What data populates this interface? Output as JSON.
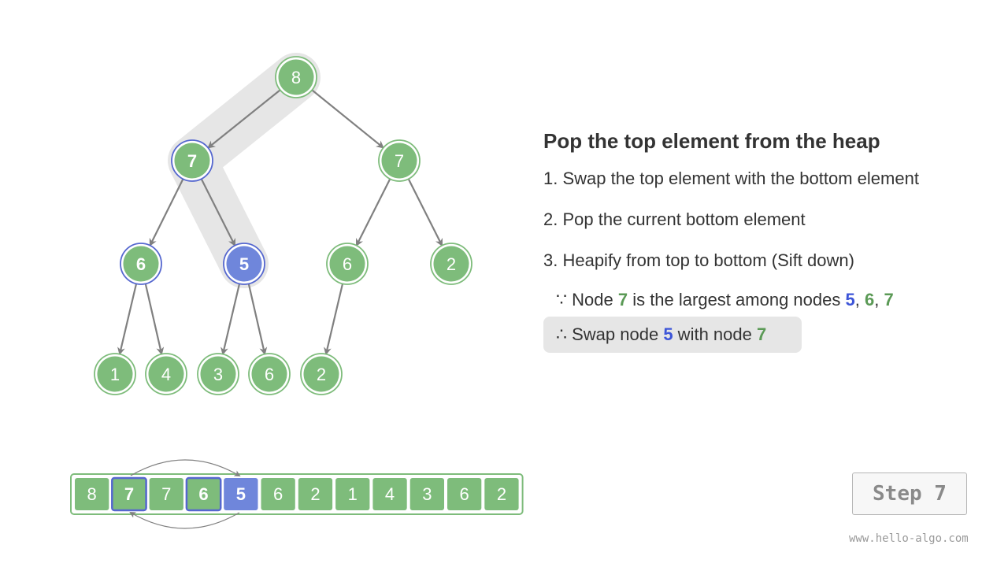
{
  "heading": "Pop the top element from the heap",
  "steps": [
    "1. Swap the top element with the bottom element",
    "2. Pop the current bottom element",
    "3. Heapify from top to bottom (Sift down)"
  ],
  "reason": {
    "prefix": "∵ Node ",
    "largest": "7",
    "middle": " is the largest among nodes ",
    "n1": "5",
    "sep1": ", ",
    "n2": "6",
    "sep2": ", ",
    "n3": "7"
  },
  "conclusion": {
    "prefix": "∴ Swap node ",
    "a": "5",
    "middle": " with node ",
    "b": "7"
  },
  "step_label": "Step 7",
  "footer": "www.hello-algo.com",
  "tree_values": [
    "8",
    "7",
    "7",
    "6",
    "5",
    "6",
    "2",
    "1",
    "4",
    "3",
    "6",
    "2"
  ],
  "array_values": [
    "8",
    "7",
    "7",
    "6",
    "5",
    "6",
    "2",
    "1",
    "4",
    "3",
    "6",
    "2"
  ],
  "colors": {
    "node_green": "#7ebc7b",
    "node_blue": "#6f86db",
    "outline_blue": "#5567cf",
    "path_highlight": "#e6e6e6",
    "edge": "#808080"
  }
}
